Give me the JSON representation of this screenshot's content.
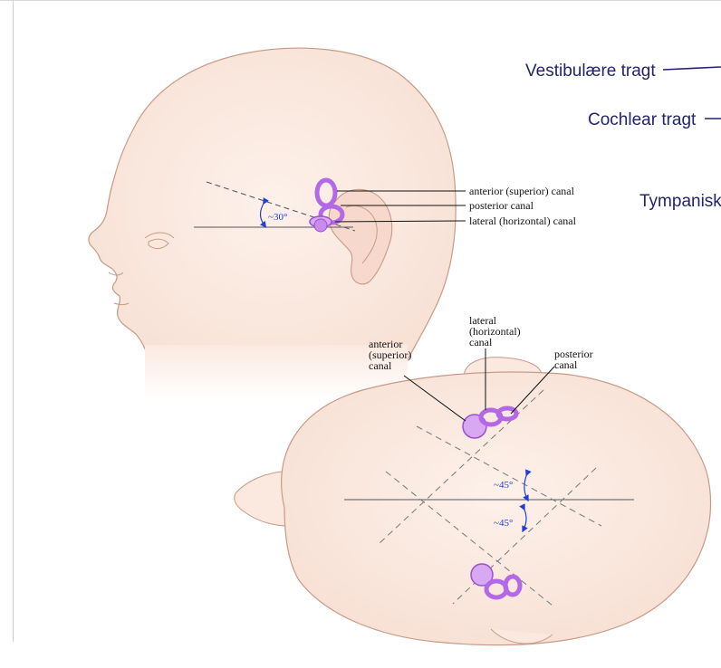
{
  "tracts": [
    {
      "label": "Vestibulære tragt"
    },
    {
      "label": "Cochlear tragt"
    },
    {
      "label": "Tympanisk"
    }
  ],
  "side_view": {
    "canals": [
      {
        "label": "anterior (superior) canal"
      },
      {
        "label": "posterior canal"
      },
      {
        "label": "lateral (horizontal) canal"
      }
    ],
    "angle": "~30°"
  },
  "top_view": {
    "anterior": [
      "anterior",
      "(superior)",
      "canal"
    ],
    "lateral": [
      "lateral",
      "(horizontal)",
      "canal"
    ],
    "posterior": [
      "posterior",
      "canal"
    ],
    "angle_upper": "~45°",
    "angle_lower": "~45°"
  },
  "colors": {
    "skin": "#fbe9e0",
    "outline": "#c79a86",
    "labyrinth": "#d9a8f2",
    "labyrinth_dark": "#9b4fd0",
    "angle": "#1f3fd6",
    "tract_text": "#23236e"
  }
}
